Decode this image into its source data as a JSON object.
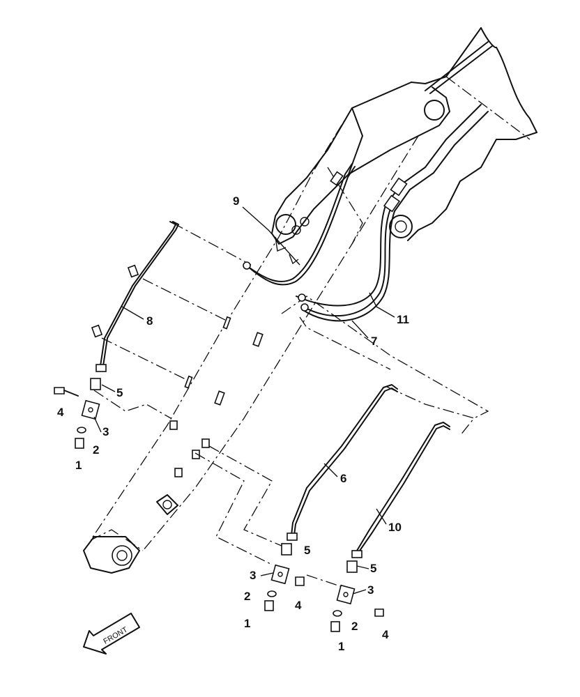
{
  "callouts": {
    "c1a": "1",
    "c1b": "1",
    "c1c": "1",
    "c2a": "2",
    "c2b": "2",
    "c2c": "2",
    "c3a": "3",
    "c3b": "3",
    "c3c": "3",
    "c4a": "4",
    "c4b": "4",
    "c4c": "4",
    "c5a": "5",
    "c5b": "5",
    "c5c": "5",
    "c6": "6",
    "c7": "7",
    "c8": "8",
    "c9": "9",
    "c10": "10",
    "c11": "11"
  },
  "front_label": "FRONT"
}
